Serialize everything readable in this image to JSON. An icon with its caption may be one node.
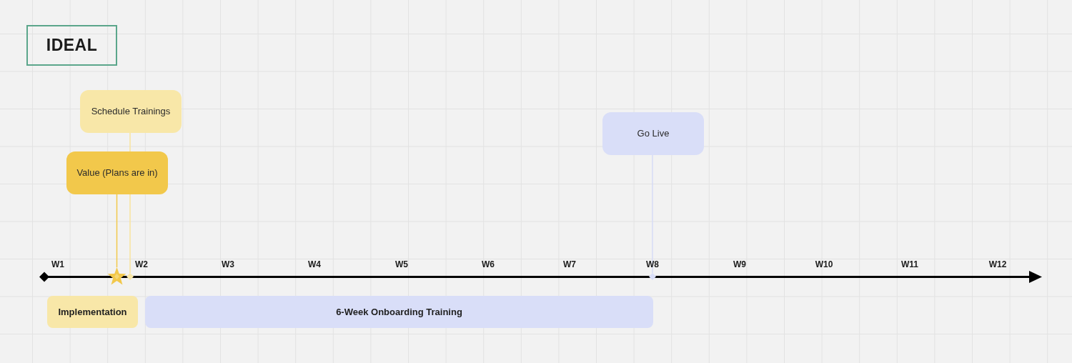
{
  "diagram": {
    "nodes": [
      {
        "text": [
          "IDEAL"
        ]
      },
      {
        "text": [
          "Schedule Trainings"
        ]
      },
      {
        "text": [
          "Value (Plans are in)"
        ]
      },
      {
        "text": [
          "Go Live"
        ]
      },
      {
        "text": [],
        "shape": "star"
      },
      {
        "text": [],
        "shape": "diamond"
      },
      {
        "text": [],
        "shape": "diamond"
      },
      {
        "text": [
          "Implementation"
        ]
      },
      {
        "text": [
          "6-Week Onboarding Training"
        ]
      }
    ],
    "edges": [
      {
        "from": 1,
        "to": 5,
        "arrow": "none",
        "color": "#f8e39d"
      },
      {
        "from": 2,
        "to": 4,
        "arrow": "none",
        "color": "#f2c84b"
      },
      {
        "from": 3,
        "to": 6,
        "arrow": "none",
        "color": "#d6dbf6"
      }
    ],
    "labels": [
      "W1",
      "W2",
      "W3",
      "W4",
      "W5",
      "W6",
      "W7",
      "W8",
      "W9",
      "W10",
      "W11",
      "W12"
    ]
  }
}
